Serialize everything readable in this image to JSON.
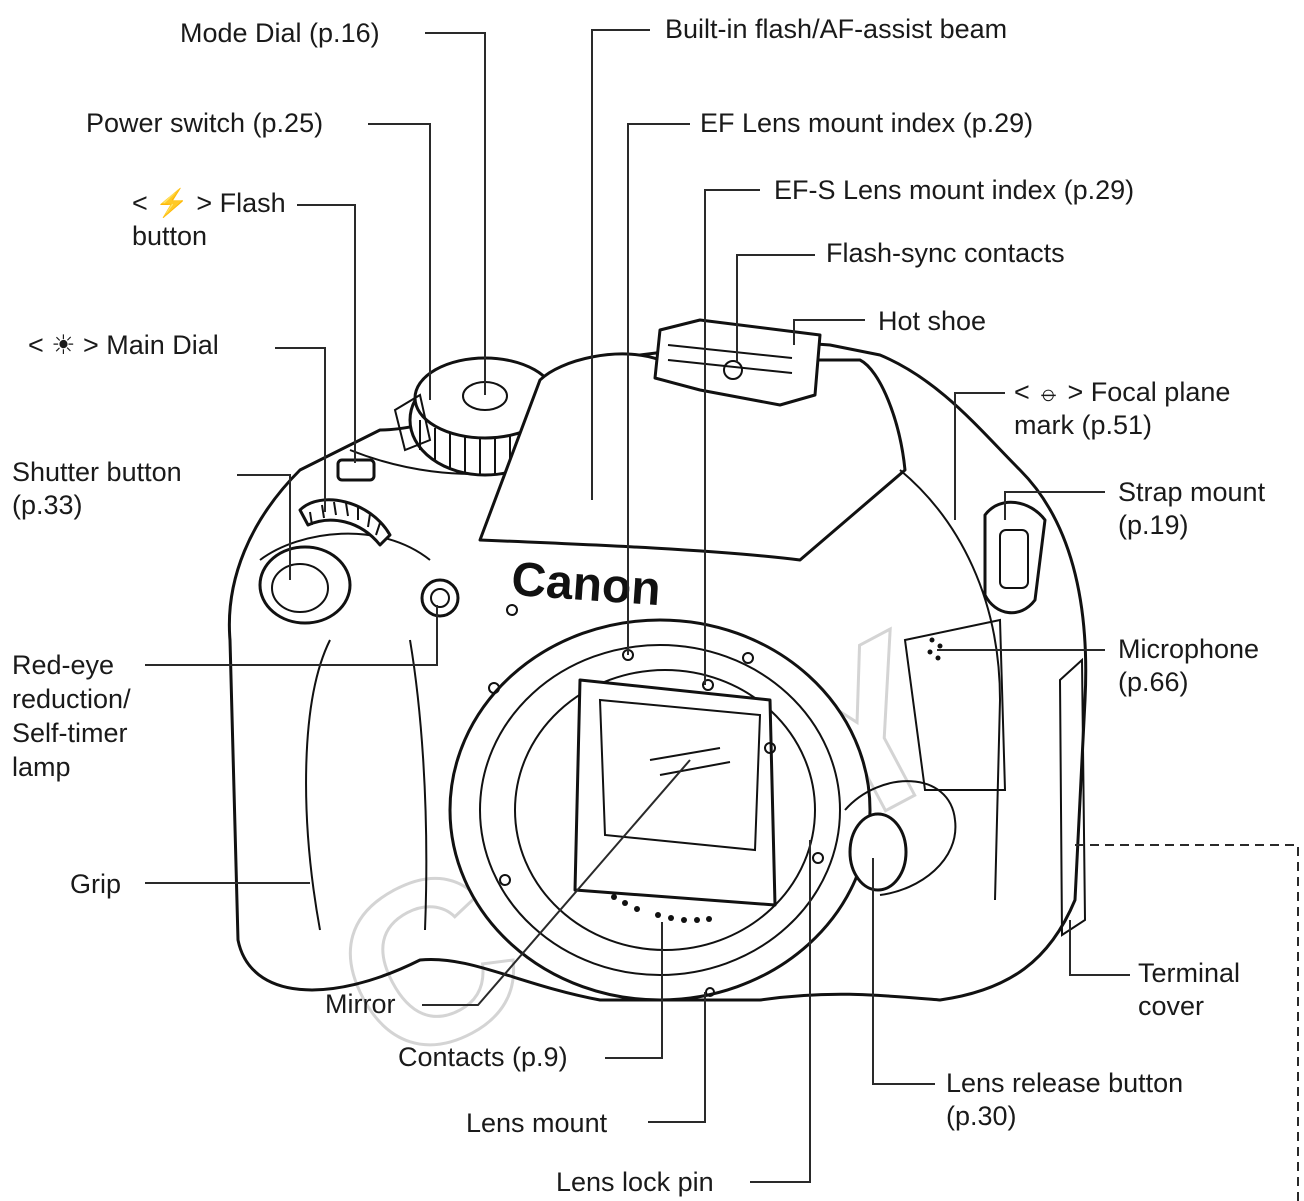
{
  "labels": {
    "mode_dial": "Mode Dial (p.16)",
    "builtin_flash": "Built-in flash/AF-assist beam",
    "power_switch": "Power switch (p.25)",
    "ef_index": "EF Lens mount index (p.29)",
    "efs_index": "EF-S Lens mount index (p.29)",
    "flash_button": [
      "< ⚡ > Flash",
      "button"
    ],
    "flash_sync": "Flash-sync contacts",
    "hot_shoe": "Hot shoe",
    "main_dial": "< ☀ > Main Dial",
    "focal_plane": [
      "< ⦵ > Focal plane",
      "mark (p.51)"
    ],
    "shutter_button": [
      "Shutter button",
      "(p.33)"
    ],
    "strap_mount": [
      "Strap mount",
      "(p.19)"
    ],
    "red_eye": [
      "Red-eye",
      "reduction/",
      "Self-timer",
      "lamp"
    ],
    "microphone": [
      "Microphone",
      "(p.66)"
    ],
    "grip": "Grip",
    "terminal_cover": [
      "Terminal",
      "cover"
    ],
    "mirror": "Mirror",
    "contacts": "Contacts (p.9)",
    "lens_release": [
      "Lens release button",
      "(p.30)"
    ],
    "lens_mount": "Lens mount",
    "lens_lock_pin": "Lens lock pin"
  },
  "camera": {
    "brand": "Canon",
    "watermark": "COPY"
  }
}
